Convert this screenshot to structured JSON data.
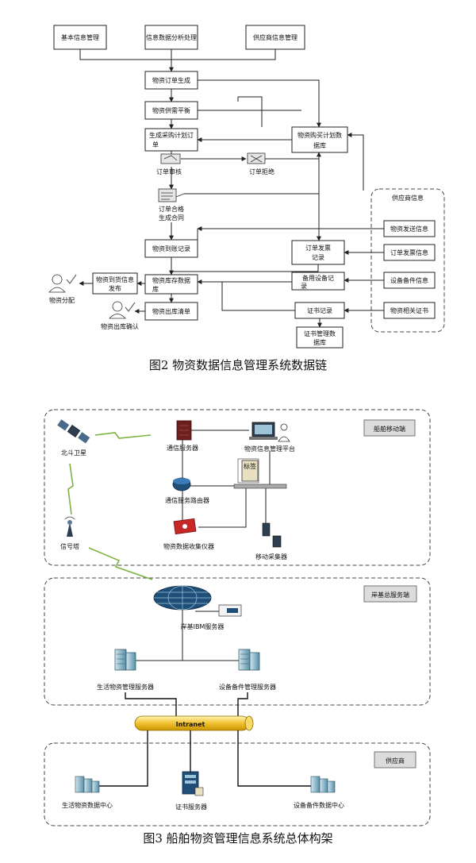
{
  "fig2": {
    "caption": "图2   物资数据信息管理系统数据链",
    "boxes": {
      "basic": "基本信息管理",
      "analysis": "信息数据分析处理",
      "supplier_info_mgmt": "供应商信息管理",
      "order_gen": "物资订单生成",
      "supply_balance": "物资供需平衡",
      "purchase_plan_l1": "生成采购计划订",
      "purchase_plan_l2": "单",
      "purchase_db_l1": "物资购买计划数",
      "purchase_db_l2": "据库",
      "arrival_rec": "物资到账记录",
      "invoice_rec_l1": "订单发票",
      "invoice_rec_l2": "记录",
      "arrival_pub_l1": "物资到货信息",
      "arrival_pub_l2": "发布",
      "stock_db_l1": "物资库存数据",
      "stock_db_l2": "库",
      "spare_rec_l1": "备用设备记",
      "spare_rec_l2": "录",
      "outbound": "物资出库清单",
      "cert_rec": "证书记录",
      "cert_db_l1": "证书管理数",
      "cert_db_l2": "据库",
      "s_ship": "物资发送信息",
      "s_invoice": "订单发票信息",
      "s_spare": "设备备件信息",
      "s_cert": "物资相关证书"
    },
    "labels": {
      "audit": "订单审核",
      "reject": "订单拒绝",
      "pass_l1": "订单合格",
      "pass_l2": "生成合同",
      "supplier_group": "供应商信息",
      "distribute": "物资分配",
      "out_confirm": "物资出库确认"
    }
  },
  "fig3": {
    "caption": "图3   船舶物资管理信息系统总体构架",
    "zones": {
      "ship": "船舶移动端",
      "shore": "岸基总服务端",
      "supplier": "供应商"
    },
    "labels": {
      "beidou": "北斗卫星",
      "comm_server": "通信服务器",
      "platform": "物资信息管理平台",
      "tag": "标签",
      "router": "通信服务路由器",
      "tower": "信号塔",
      "collector": "物资数据收集仪器",
      "mobile": "移动采集器",
      "shore_server": "岸基IBM服务器",
      "life_server": "生活物资管理服务器",
      "equip_server": "设备备件管理服务器",
      "intranet": "Intranet",
      "life_dc": "生活物资数据中心",
      "cert_server": "证书服务器",
      "equip_dc": "设备备件数据中心"
    }
  }
}
